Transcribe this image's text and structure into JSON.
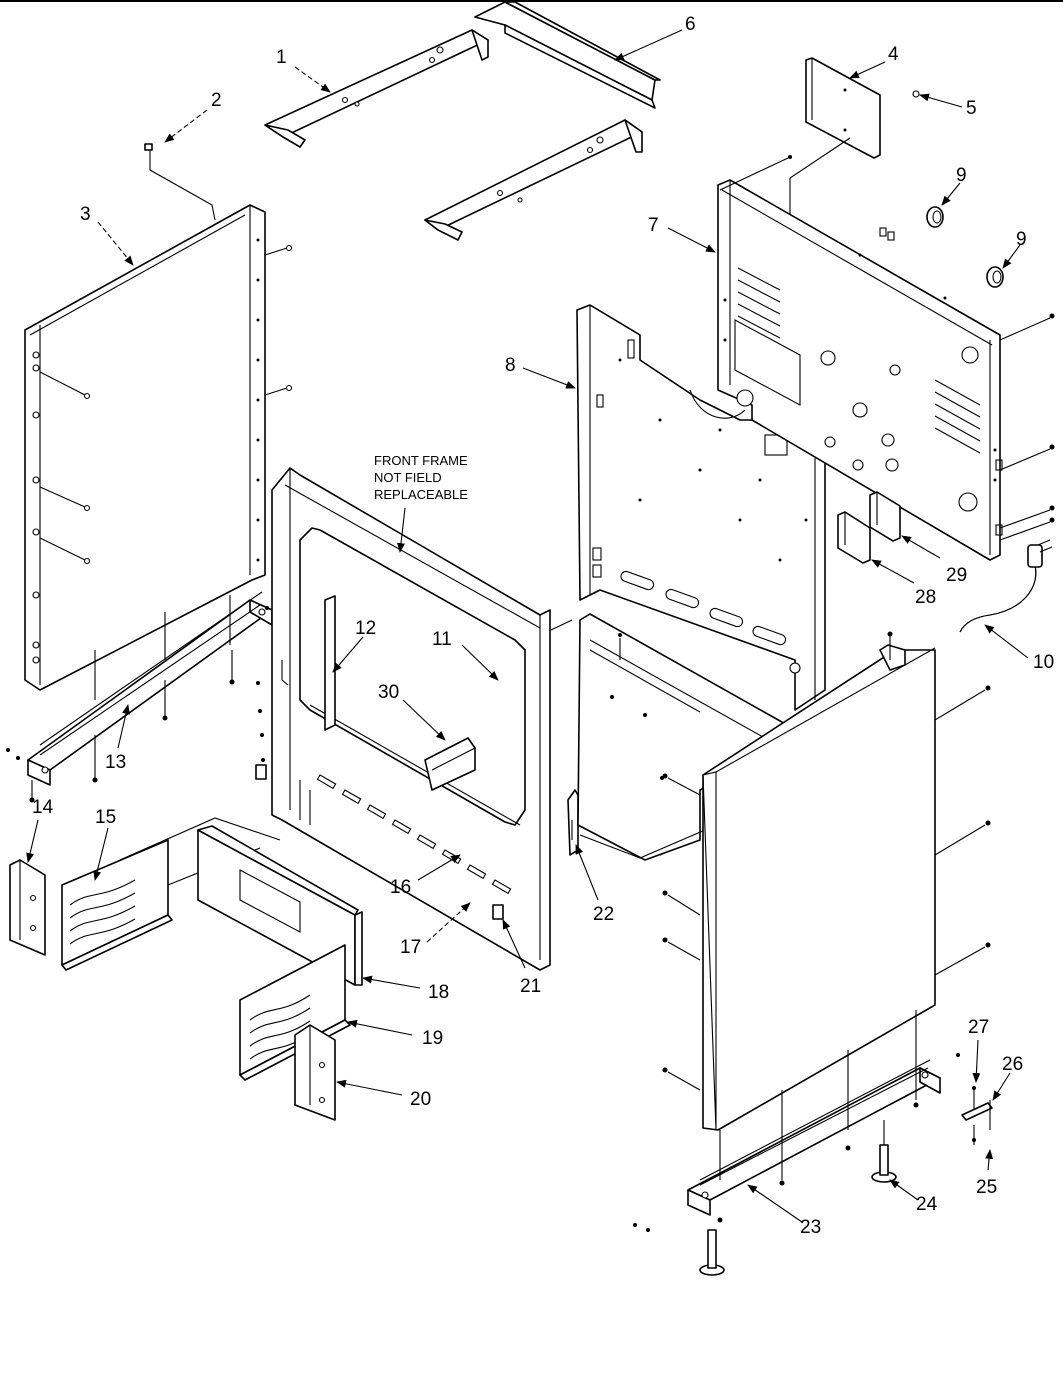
{
  "note": {
    "line1": "FRONT FRAME",
    "line2": "NOT FIELD",
    "line3": "REPLACEABLE"
  },
  "callouts": [
    {
      "id": "c1",
      "text": "1"
    },
    {
      "id": "c2",
      "text": "2"
    },
    {
      "id": "c3",
      "text": "3"
    },
    {
      "id": "c4",
      "text": "4"
    },
    {
      "id": "c5",
      "text": "5"
    },
    {
      "id": "c6",
      "text": "6"
    },
    {
      "id": "c7",
      "text": "7"
    },
    {
      "id": "c8",
      "text": "8"
    },
    {
      "id": "c9a",
      "text": "9"
    },
    {
      "id": "c9b",
      "text": "9"
    },
    {
      "id": "c10",
      "text": "10"
    },
    {
      "id": "c11",
      "text": "11"
    },
    {
      "id": "c12",
      "text": "12"
    },
    {
      "id": "c13",
      "text": "13"
    },
    {
      "id": "c14",
      "text": "14"
    },
    {
      "id": "c15",
      "text": "15"
    },
    {
      "id": "c16",
      "text": "16"
    },
    {
      "id": "c17",
      "text": "17"
    },
    {
      "id": "c18",
      "text": "18"
    },
    {
      "id": "c19",
      "text": "19"
    },
    {
      "id": "c20",
      "text": "20"
    },
    {
      "id": "c21",
      "text": "21"
    },
    {
      "id": "c22",
      "text": "22"
    },
    {
      "id": "c23",
      "text": "23"
    },
    {
      "id": "c24",
      "text": "24"
    },
    {
      "id": "c25",
      "text": "25"
    },
    {
      "id": "c26",
      "text": "26"
    },
    {
      "id": "c27",
      "text": "27"
    },
    {
      "id": "c28",
      "text": "28"
    },
    {
      "id": "c29",
      "text": "29"
    },
    {
      "id": "c30",
      "text": "30"
    }
  ]
}
